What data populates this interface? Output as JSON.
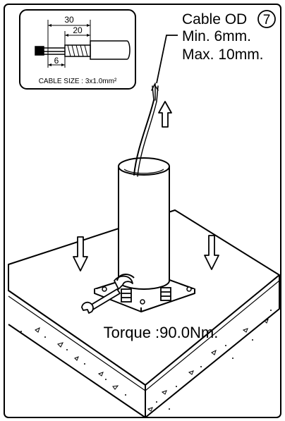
{
  "inset": {
    "dim_overall": "30",
    "dim_inner": "20",
    "dim_strip": "6",
    "cable_size": "CABLE SIZE : 3x1.0mm²"
  },
  "cable_spec": {
    "title": "Cable OD",
    "step_number": "7",
    "min": "Min. 6mm.",
    "max": "Max. 10mm."
  },
  "torque": {
    "label": "Torque :90.0Nm."
  }
}
